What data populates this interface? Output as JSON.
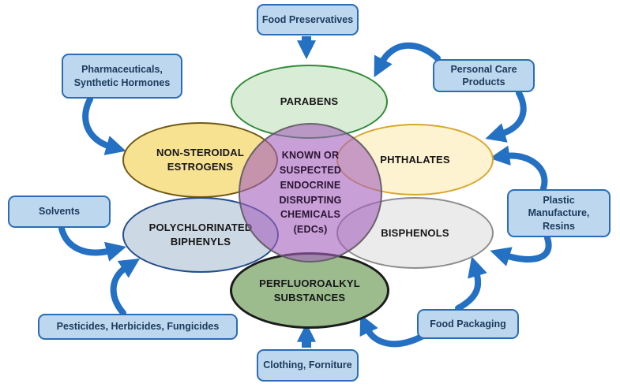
{
  "colors": {
    "arrow": "#2470c2",
    "box_fill": "#bdd7ee",
    "box_border": "#2a6db4",
    "box_text": "#1b3a5c",
    "label_text": "#161616",
    "center_text": "#2a1433",
    "center_fill": "rgba(163,97,188,0.60)",
    "center_border": "rgba(90,90,90,0.85)"
  },
  "center": {
    "label": "KNOWN OR SUSPECTED ENDOCRINE DISRUPTING CHEMICALS (EDCs)"
  },
  "categories": [
    {
      "id": "parabens",
      "label": "PARABENS",
      "fill": "#d9ecd5",
      "border": "#2e8b35"
    },
    {
      "id": "non-steroidal-estrogens",
      "label": "NON-STEROIDAL ESTROGENS",
      "fill": "#f7e292",
      "border": "#6f5a16"
    },
    {
      "id": "phthalates",
      "label": "PHTHALATES",
      "fill": "#fdf3d0",
      "border": "#d9a52c"
    },
    {
      "id": "polychlorinated-biphenyls",
      "label": "POLYCHLORINATED BIPHENYLS",
      "fill": "#ccd8e4",
      "border": "#234e8c"
    },
    {
      "id": "bisphenols",
      "label": "BISPHENOLS",
      "fill": "#ebebeb",
      "border": "#8c8c8c"
    },
    {
      "id": "perfluoroalkyl-substances",
      "label": "PERFLUOROALKYL SUBSTANCES",
      "fill": "#9cbc8e",
      "border": "#1c1c1c"
    }
  ],
  "sources": [
    {
      "id": "food-preservatives",
      "label": "Food Preservatives",
      "targets": [
        "PARABENS"
      ]
    },
    {
      "id": "pharmaceuticals-synthetic-hormones",
      "label": "Pharmaceuticals, Synthetic Hormones",
      "targets": [
        "NON-STEROIDAL ESTROGENS"
      ]
    },
    {
      "id": "personal-care-products",
      "label": "Personal Care Products",
      "targets": [
        "PARABENS",
        "PHTHALATES"
      ]
    },
    {
      "id": "plastic-manufacture-resins",
      "label": "Plastic Manufacture, Resins",
      "targets": [
        "PHTHALATES",
        "BISPHENOLS"
      ]
    },
    {
      "id": "solvents",
      "label": "Solvents",
      "targets": [
        "POLYCHLORINATED BIPHENYLS"
      ]
    },
    {
      "id": "pesticides-herbicides-fungicides",
      "label": "Pesticides, Herbicides, Fungicides",
      "targets": [
        "POLYCHLORINATED BIPHENYLS"
      ]
    },
    {
      "id": "clothing-forniture",
      "label": "Clothing, Forniture",
      "targets": [
        "PERFLUOROALKYL SUBSTANCES"
      ]
    },
    {
      "id": "food-packaging",
      "label": "Food Packaging",
      "targets": [
        "BISPHENOLS",
        "PERFLUOROALKYL SUBSTANCES"
      ]
    }
  ]
}
